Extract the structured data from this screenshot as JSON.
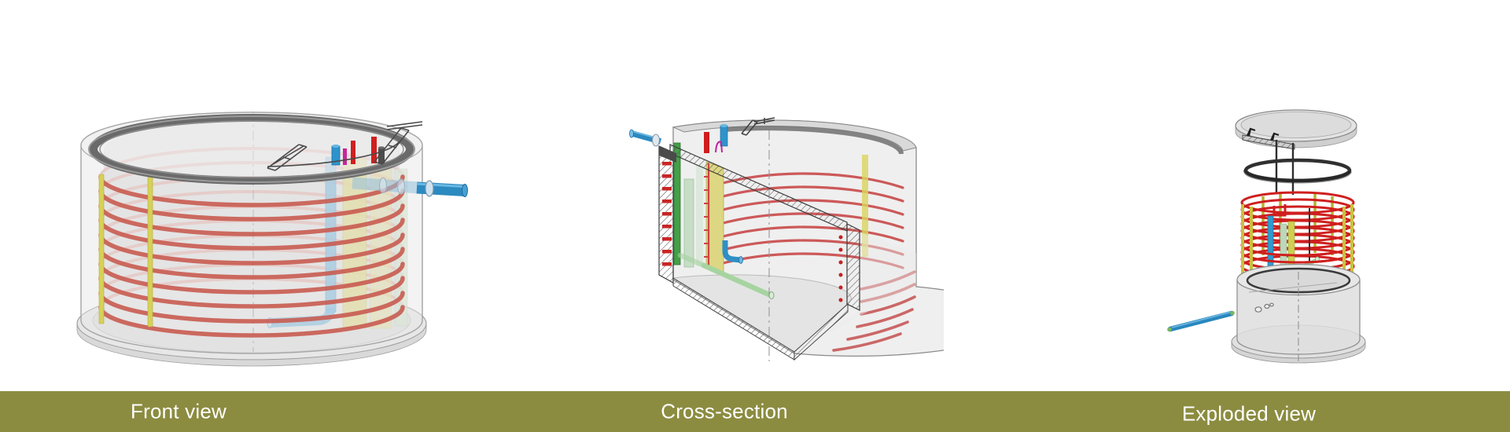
{
  "figure": {
    "background_color": "#ffffff",
    "caption_bar": {
      "color": "#8b8c40",
      "text_color": "#ffffff"
    },
    "views": [
      {
        "id": "front-view",
        "label": "Front view"
      },
      {
        "id": "cross-section",
        "label": "Cross-section"
      },
      {
        "id": "exploded-view",
        "label": "Exploded view"
      }
    ],
    "palette": {
      "shell_grey": "#e6e6e6",
      "rim_grey": "#6a6a6a",
      "coil_red": "#cc2020",
      "coil_red_muted": "#c95c51",
      "coil_red_faint": "#e2b2ac",
      "pipe_blue": "#2f8fc4",
      "pipe_green": "#9fcf9b",
      "bright_green": "#43a047",
      "panel_yellow": "#d6d157",
      "panel_pale_green": "#c2dcc2",
      "nozzle_red": "#d01f1f",
      "nozzle_magenta": "#c2239b",
      "structure_dark": "#3f3f3f"
    }
  }
}
